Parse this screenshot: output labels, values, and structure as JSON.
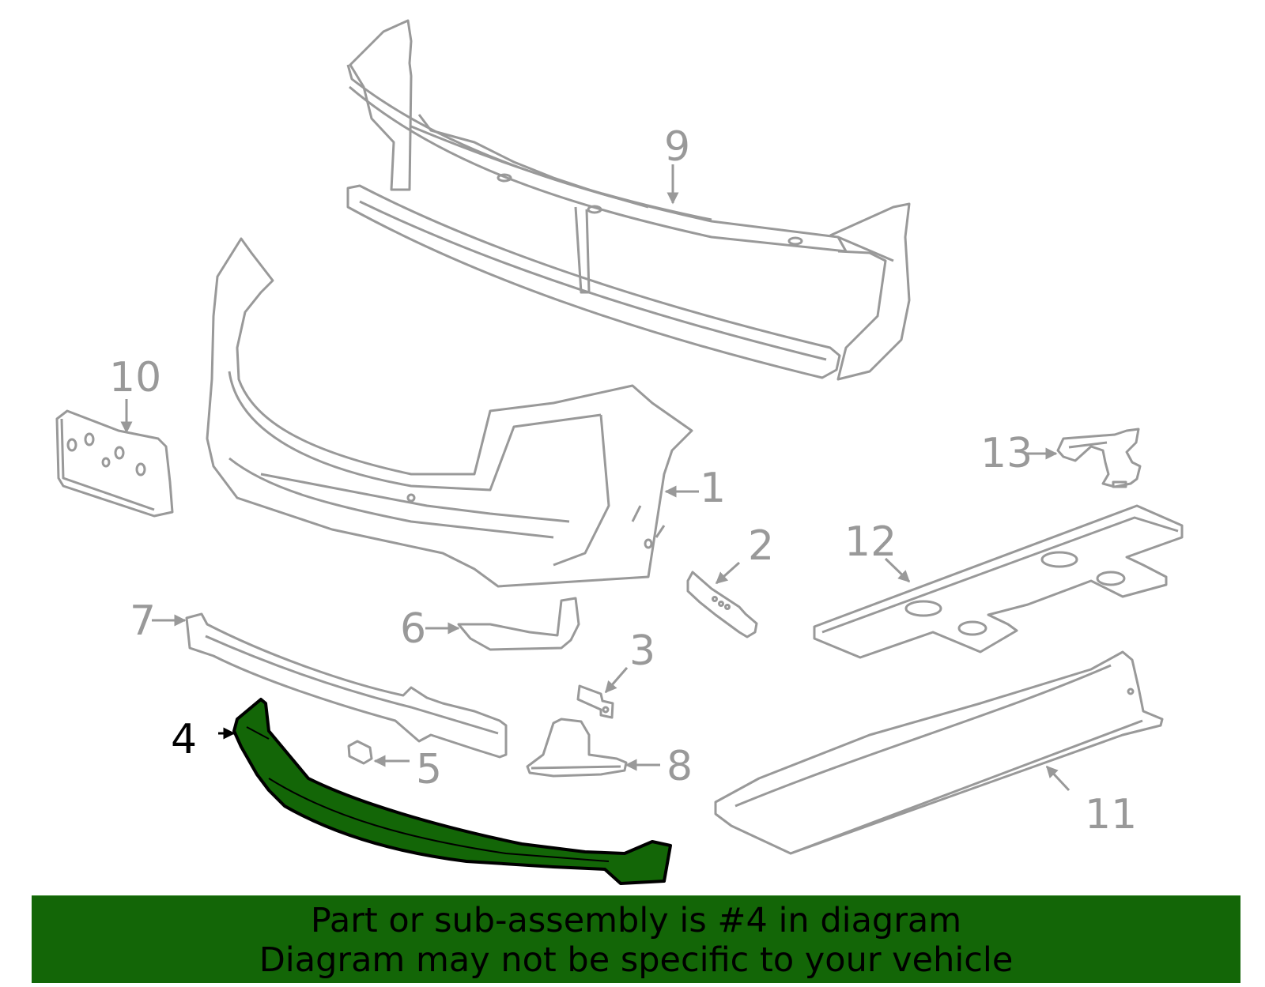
{
  "colors": {
    "line_gray": "#999999",
    "highlight_fill": "#136607",
    "highlight_stroke": "#000000",
    "banner_bg": "#136607",
    "banner_text": "#000000"
  },
  "highlighted_part": "4",
  "callouts": [
    {
      "id": "1",
      "label": "1"
    },
    {
      "id": "2",
      "label": "2"
    },
    {
      "id": "3",
      "label": "3"
    },
    {
      "id": "4",
      "label": "4"
    },
    {
      "id": "5",
      "label": "5"
    },
    {
      "id": "6",
      "label": "6"
    },
    {
      "id": "7",
      "label": "7"
    },
    {
      "id": "8",
      "label": "8"
    },
    {
      "id": "9",
      "label": "9"
    },
    {
      "id": "10",
      "label": "10"
    },
    {
      "id": "11",
      "label": "11"
    },
    {
      "id": "12",
      "label": "12"
    },
    {
      "id": "13",
      "label": "13"
    }
  ],
  "banner": {
    "line1": "Part or sub-assembly is #4 in diagram",
    "line2": "Diagram may not be specific to your vehicle"
  }
}
